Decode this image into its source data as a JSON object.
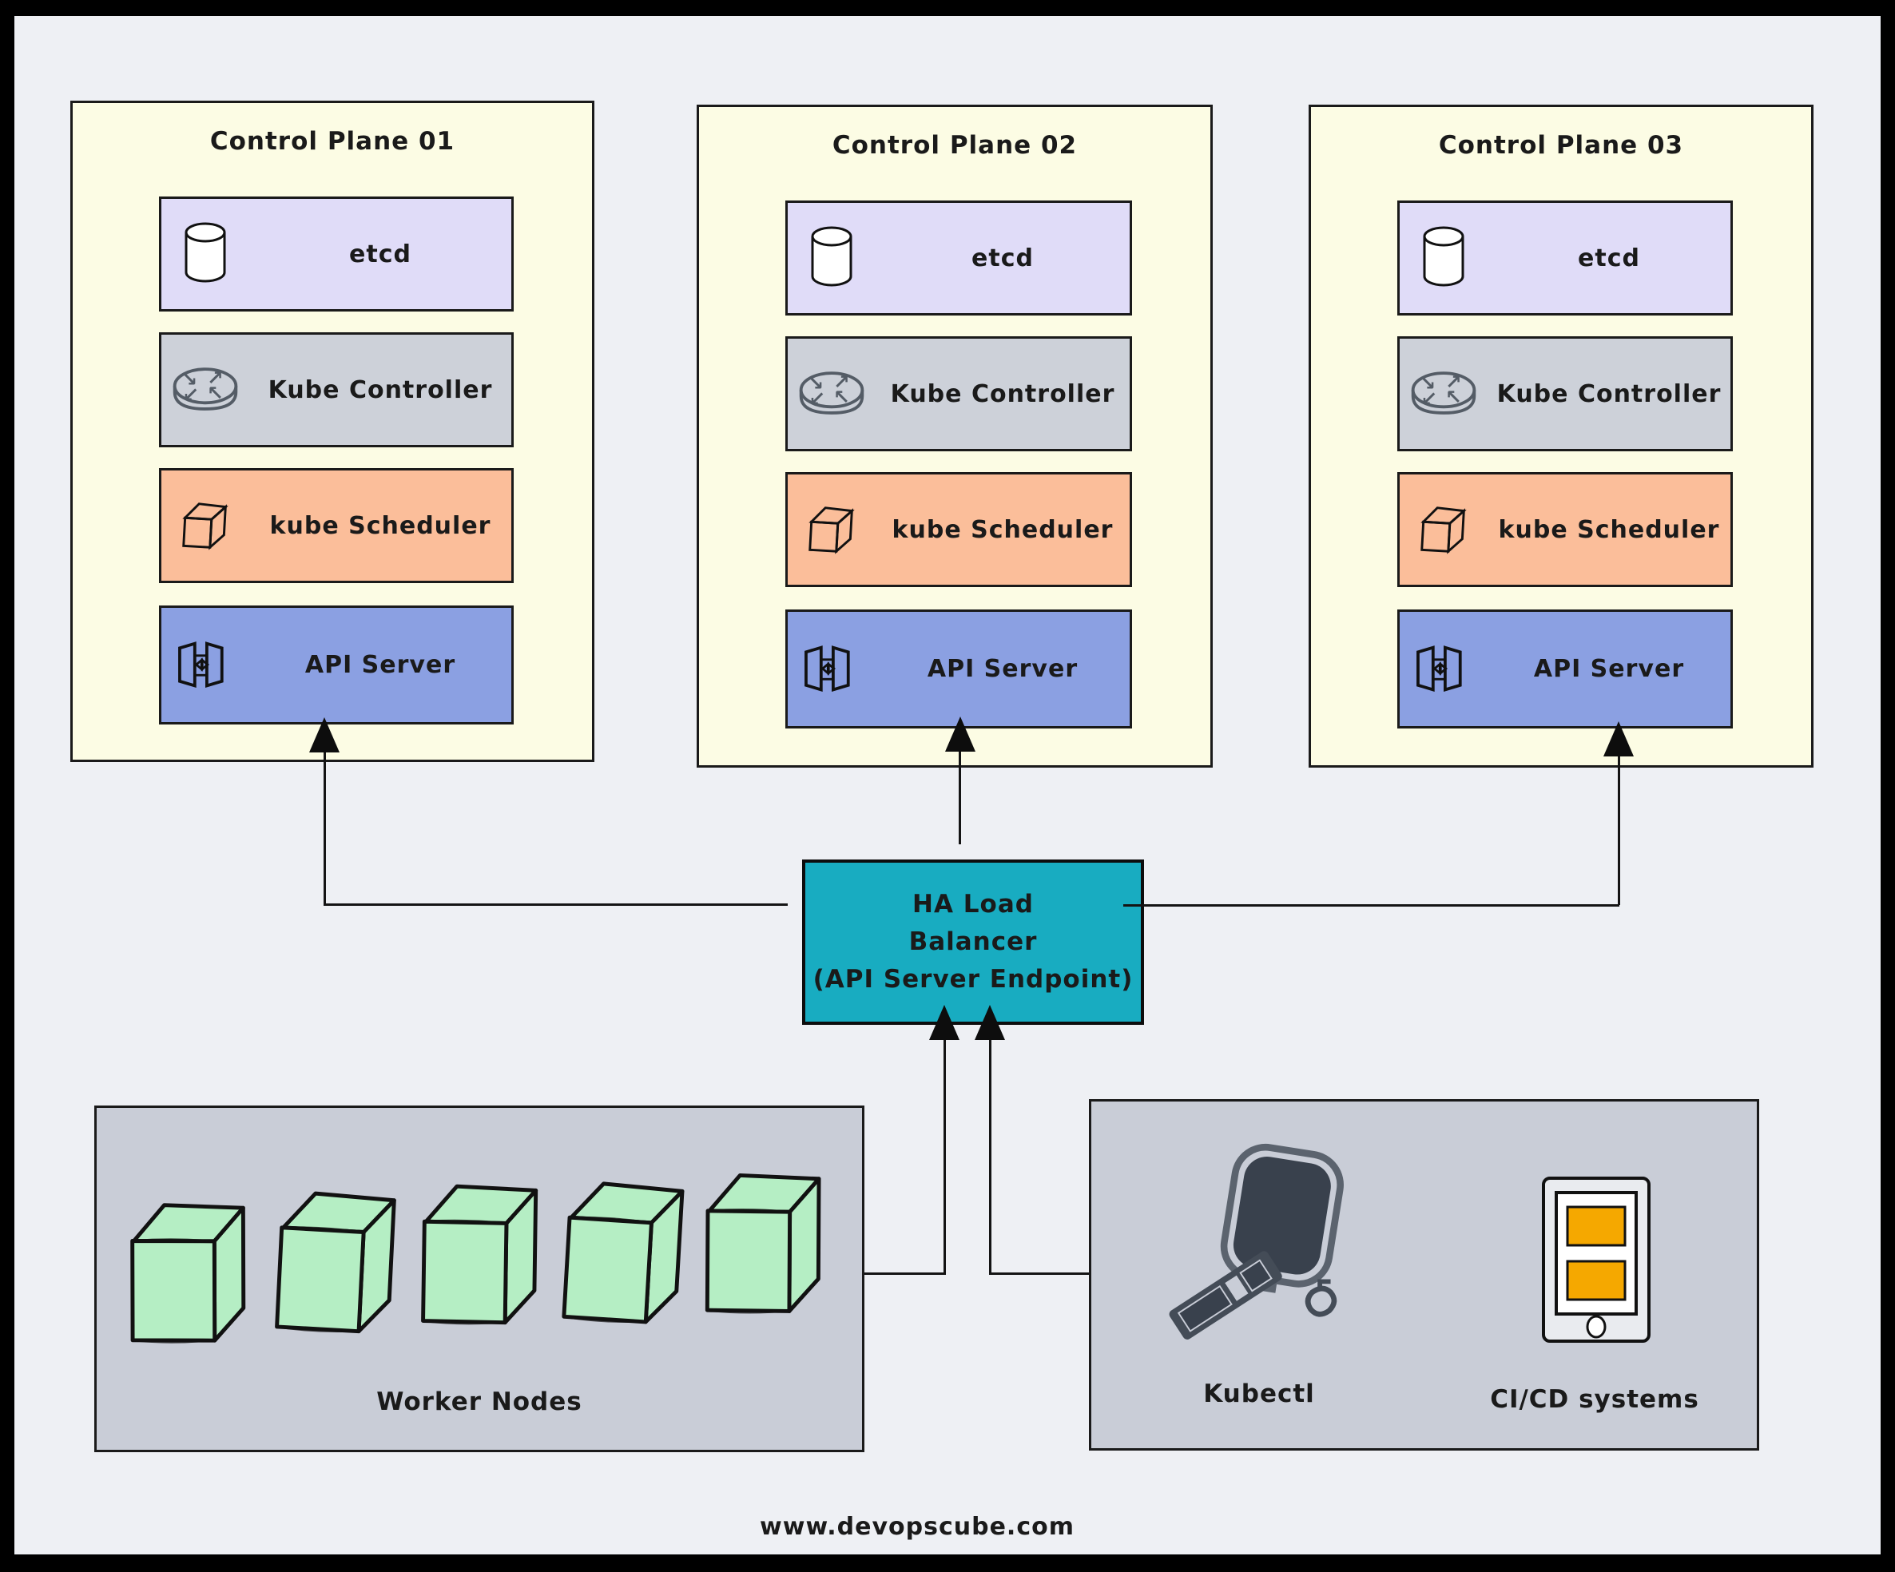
{
  "control_planes": [
    {
      "title": "Control Plane 01",
      "components": [
        {
          "label": "etcd"
        },
        {
          "label": "Kube Controller"
        },
        {
          "label": "kube Scheduler"
        },
        {
          "label": "API Server"
        }
      ]
    },
    {
      "title": "Control Plane 02",
      "components": [
        {
          "label": "etcd"
        },
        {
          "label": "Kube Controller"
        },
        {
          "label": "kube Scheduler"
        },
        {
          "label": "API Server"
        }
      ]
    },
    {
      "title": "Control Plane 03",
      "components": [
        {
          "label": "etcd"
        },
        {
          "label": "Kube Controller"
        },
        {
          "label": "kube Scheduler"
        },
        {
          "label": "API Server"
        }
      ]
    }
  ],
  "load_balancer": {
    "line1": "HA Load",
    "line2": "Balancer",
    "line3": "(API Server Endpoint)"
  },
  "worker_nodes": {
    "label": "Worker Nodes",
    "cube_count": 5
  },
  "clients": {
    "kubectl_label": "Kubectl",
    "cicd_label": "CI/CD systems"
  },
  "footer": {
    "url": "www.devopscube.com"
  },
  "colors": {
    "background": "#EEF0F4",
    "frame": "#000000",
    "control_plane_bg": "#FCFCE4",
    "etcd_bg": "#E0DCF8",
    "controller_bg": "#CDD1D9",
    "scheduler_bg": "#FBBE9A",
    "api_server_bg": "#8BA0E2",
    "load_balancer_bg": "#18ACC1",
    "nodes_box_bg": "#C9CDD7",
    "worker_cube_green": "#B5EEC4",
    "cicd_orange": "#F5A800",
    "icon_dark": "#39414D"
  }
}
